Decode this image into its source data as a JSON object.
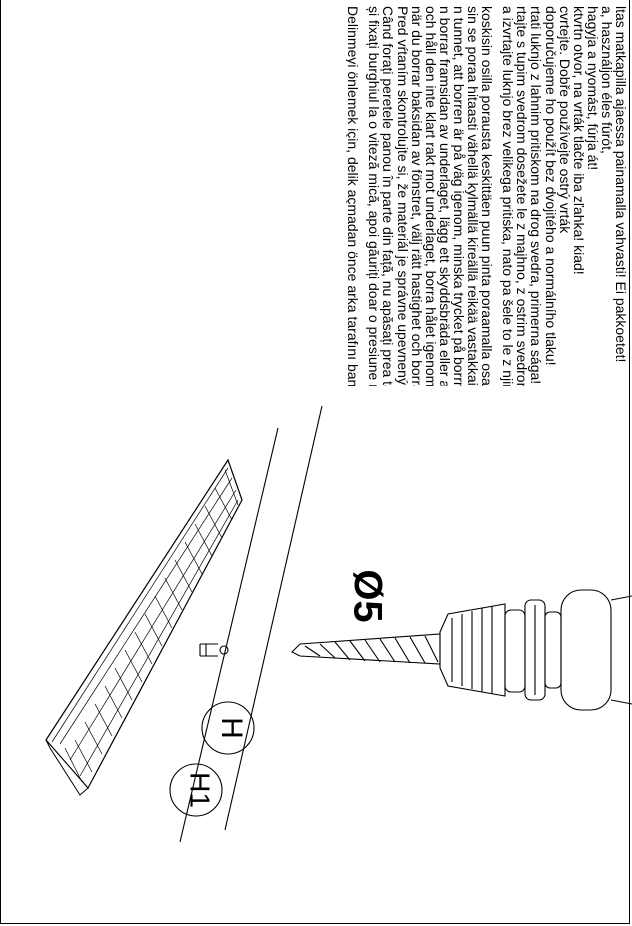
{
  "instructions": {
    "lines": [
      "ltas matkapilla ajaessa painamalla vahvasti! Ei pakkoetet!",
      "a, használjon éles fúrót,",
      "hagyja a nyomást, fúrja át!",
      "ktvrtn otvor, na vrták tlačte iba zľahka! kiad!",
      "cvrtejte. Dobře používejte ostrý vrták",
      "doporučujeme ho použít bez dvojitého a normálního tlaku!",
      "rtati luknjo z lahnim pritiskom na drog svedra, primerna sága!",
      "rtajte s tupim svedrom dosežete le z majhno, z ostrim svedrom",
      "a izvrtajte luknjo brez velikega pritiska, nato pa šele to le z njim izvrtajte luknjo!",
      "",
      "koskisin osilla porausta keskittäen puun pinta poraamalla osaa porareikään keskiteen, käytä terävää poranterää",
      "sin se poraa hitaasti vähellä kylmällä kireällä reikää vastakkaisella puolella vaativat kevyesti painamalla!",
      "n tunnet, att borren är på väg igenom, minska trycket på borrmaskinen, borrning!",
      "n borrar framsidan av underlaget, lägg ett skyddsbräda eller annat material på underlaget, använd vass borr",
      "och håll den inte klart rakt mot underlaget, borra hålet igenom med ett lätt tryck!",
      "när du borrar baksidan av fönstret, välj rätt hastighet och borra hålet igenom ett blad!!",
      "Pred vŕtaním skontrolujte si, že materiál je správne upevnený, použite ostrý vrták a prevŕtajte miernym tlakom!",
      "Când forați peretele panou în parte din față, nu apăsați prea tare, protejați frontul, utilizați un burghiu ascuțit",
      "și fixați burghiul la o viteză mică, apoi găuriți doar o presiune redusă!",
      "",
      "Delinmeyi önlemek için, delik açmadan önce arka tarafını bantlayın, sonra keskin matkap ucu kullanın ve az basınç"
    ]
  },
  "drawing": {
    "diameter_label": "Ø5",
    "callout_h": "H",
    "callout_h1": "H1"
  },
  "colors": {
    "ink": "#000000",
    "paper": "#ffffff"
  }
}
